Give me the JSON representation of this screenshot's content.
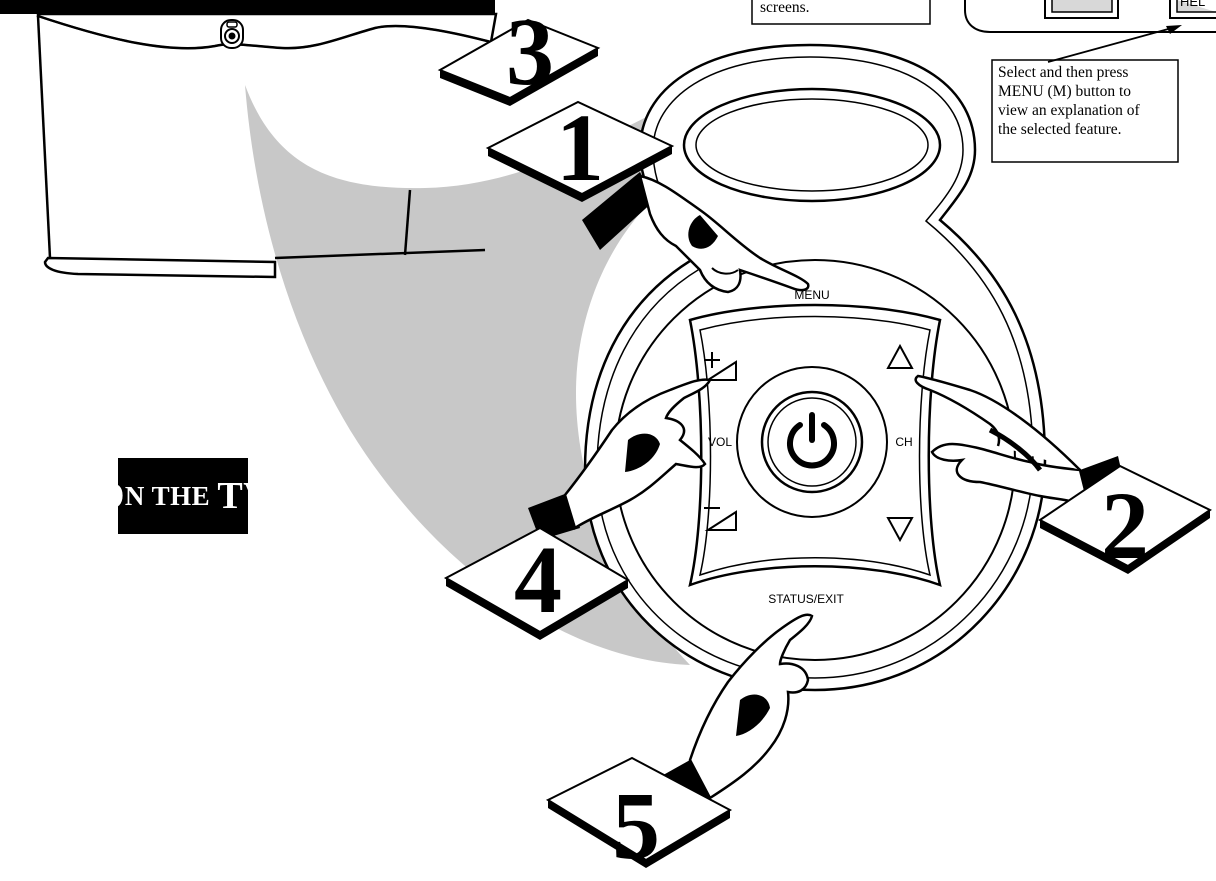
{
  "heading": {
    "cap1": "O",
    "rest1": "N THE ",
    "cap2": "TV"
  },
  "callouts": {
    "top_left_fragment": "screens.",
    "select_lines": [
      "Select and then press",
      "MENU (M) button to",
      "view an explanation of",
      "the selected feature."
    ],
    "top_right_fragment": "HEL"
  },
  "remote": {
    "menu_label": "MENU",
    "vol_label": "VOL",
    "ch_label": "CH",
    "status_exit_label": "STATUS/EXIT",
    "vol_up_icon": "volume-up-icon",
    "vol_down_icon": "volume-down-icon",
    "ch_up_icon": "triangle-up-icon",
    "ch_down_icon": "triangle-down-icon",
    "power_icon": "power-icon"
  },
  "steps": [
    "1",
    "2",
    "3",
    "4",
    "5"
  ],
  "colors": {
    "shadow_gray": "#c8c8c8",
    "ink": "#000000",
    "paper": "#ffffff"
  }
}
